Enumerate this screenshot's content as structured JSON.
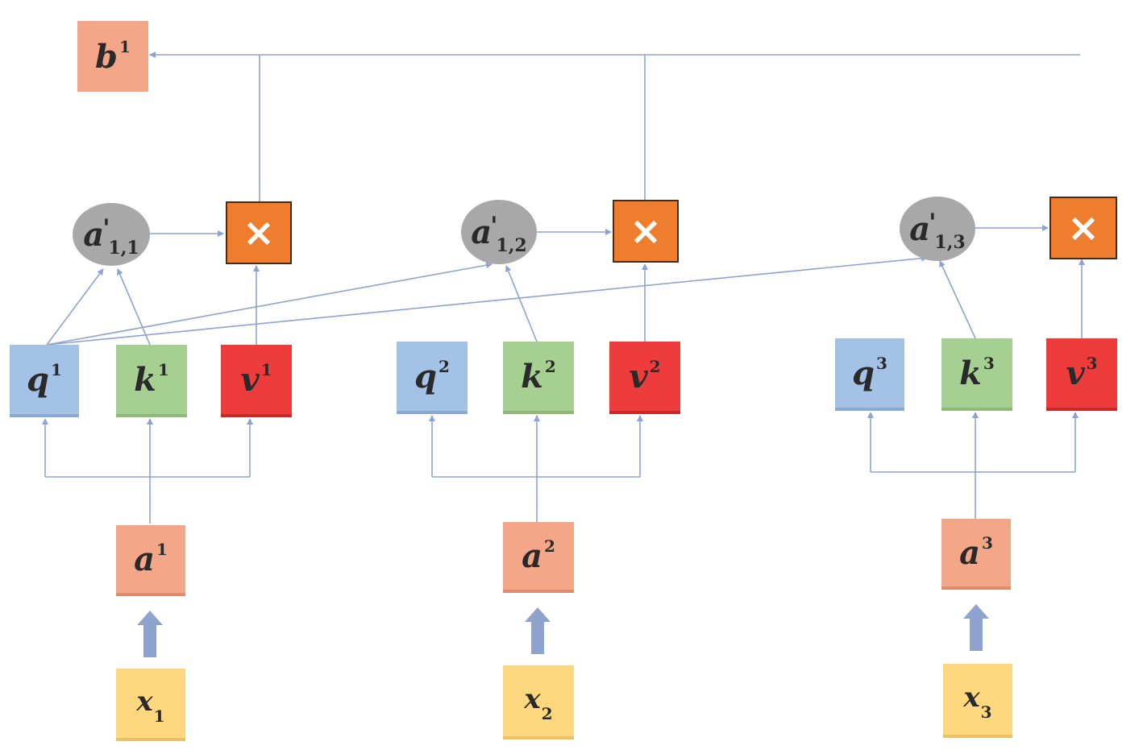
{
  "output": {
    "base": "b",
    "sup": "1"
  },
  "multiply_symbol": "×",
  "columns": [
    {
      "input_x": {
        "base": "x",
        "sub": "1"
      },
      "input_a": {
        "base": "a",
        "sup": "1"
      },
      "q": {
        "base": "q",
        "sup": "1"
      },
      "k": {
        "base": "k",
        "sup": "1"
      },
      "v": {
        "base": "v",
        "sup": "1"
      },
      "score": {
        "base": "a",
        "apos": "'",
        "sub": "1,1"
      }
    },
    {
      "input_x": {
        "base": "x",
        "sub": "2"
      },
      "input_a": {
        "base": "a",
        "sup": "2"
      },
      "q": {
        "base": "q",
        "sup": "2"
      },
      "k": {
        "base": "k",
        "sup": "2"
      },
      "v": {
        "base": "v",
        "sup": "2"
      },
      "score": {
        "base": "a",
        "apos": "'",
        "sub": "1,2"
      }
    },
    {
      "input_x": {
        "base": "x",
        "sub": "3"
      },
      "input_a": {
        "base": "a",
        "sup": "3"
      },
      "q": {
        "base": "q",
        "sup": "3"
      },
      "k": {
        "base": "k",
        "sup": "3"
      },
      "v": {
        "base": "v",
        "sup": "3"
      },
      "score": {
        "base": "a",
        "apos": "'",
        "sub": "1,3"
      }
    }
  ],
  "colors": {
    "query": "#a3c2e6",
    "key": "#a6cf92",
    "value": "#ee3b3b",
    "embedding": "#f4a688",
    "input": "#ffd77f",
    "multiply": "#ee7d2d",
    "score": "#a8a8a8",
    "wire": "#8fa3cf"
  }
}
